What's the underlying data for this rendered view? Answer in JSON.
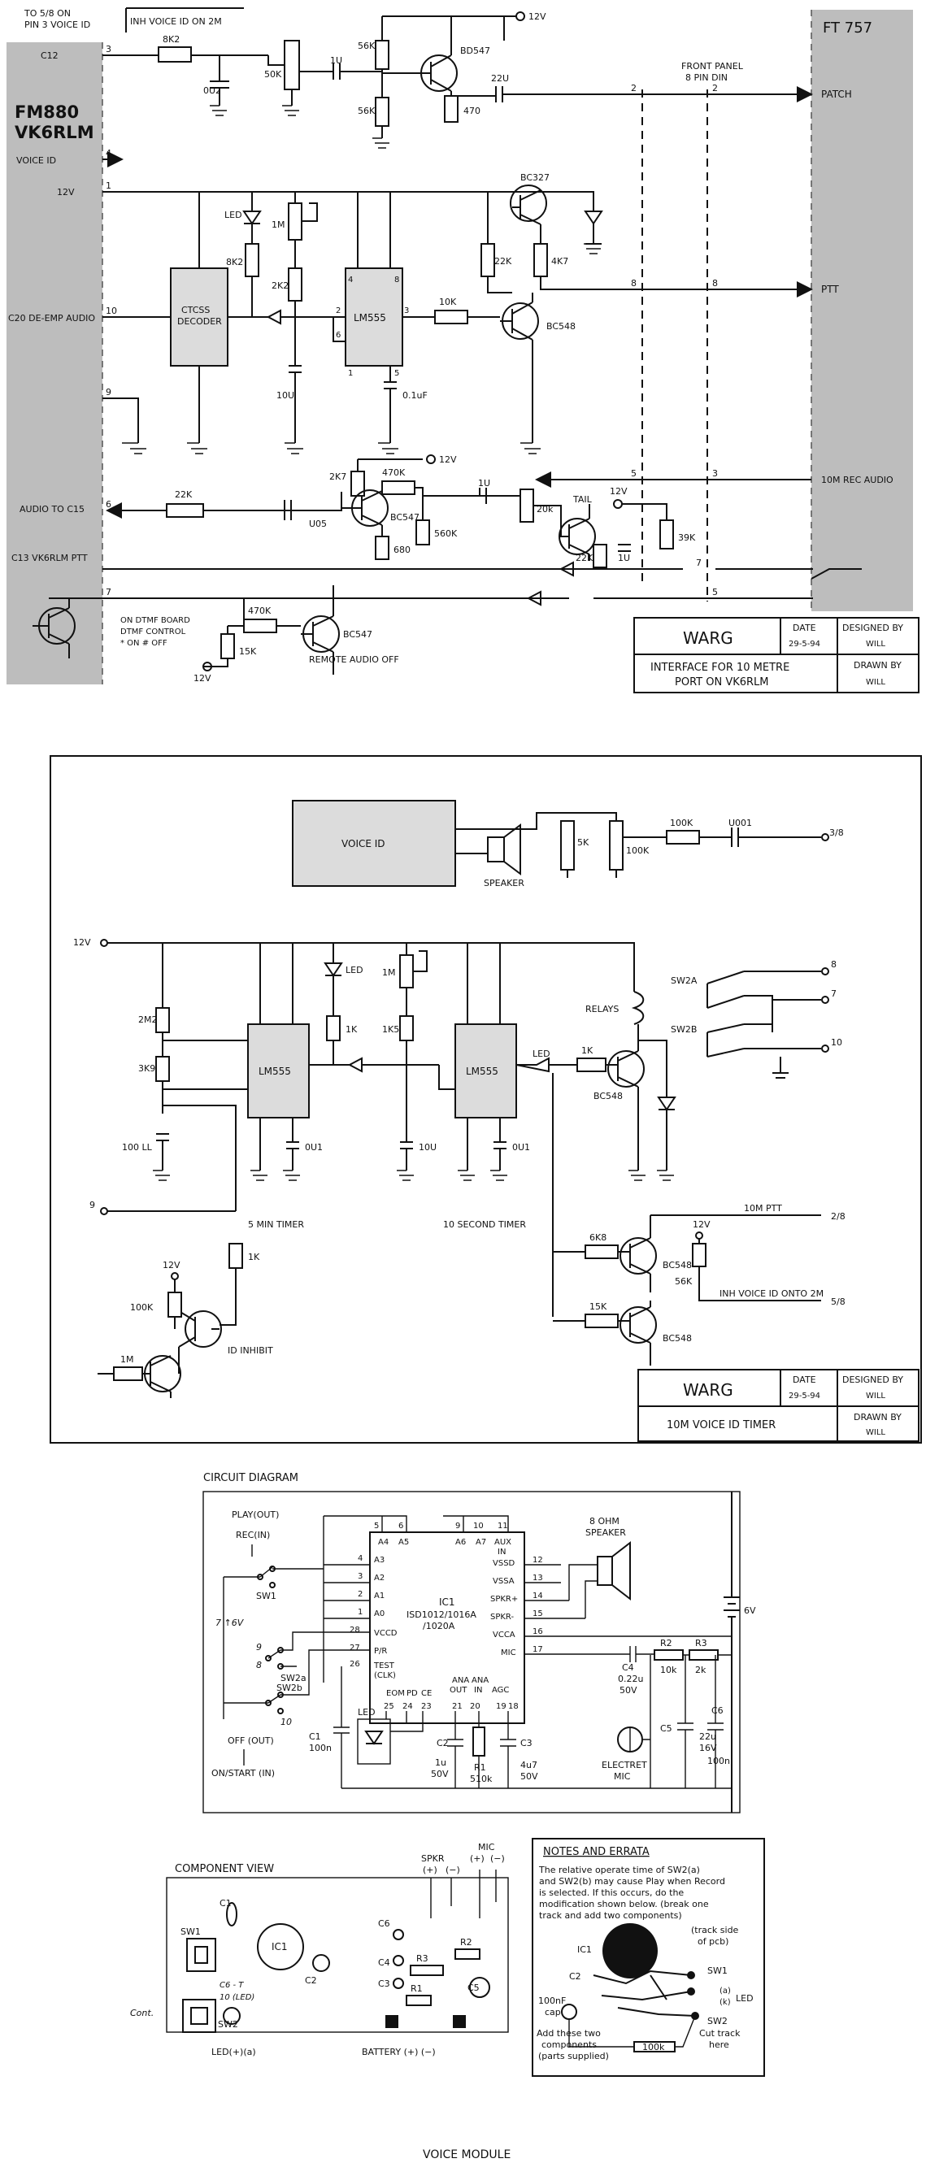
{
  "sheet1": {
    "left_panel": {
      "title_line1": "FM880",
      "title_line2": "VK6RLM"
    },
    "right_panel": {
      "title": "FT 757"
    },
    "labels": {
      "to_pin3": "TO 5/8 ON",
      "to_pin3_b": "PIN 3 VOICE ID",
      "inh": "INH VOICE ID ON 2M",
      "c12": "C12",
      "voice_id": "VOICE ID",
      "v12a": "12V",
      "c20": "C20 DE-EMP AUDIO",
      "audio_c15": "AUDIO TO C15",
      "c13": "C13 VK6RLM PTT",
      "dtmf1": "ON DTMF BOARD",
      "dtmf2": "DTMF CONTROL",
      "dtmf3": "* ON # OFF",
      "ctcss1": "CTCSS",
      "ctcss2": "DECODER",
      "lm555": "LM555",
      "bd547": "BD547",
      "bc327": "BC327",
      "bc548": "BC548",
      "bc547a": "BC547",
      "bc547b": "BC547",
      "remote": "REMOTE AUDIO OFF",
      "front1": "FRONT PANEL",
      "front2": "8 PIN DIN",
      "patch": "PATCH",
      "ptt": "PTT",
      "rec": "10M REC AUDIO",
      "tail": "TAIL",
      "led": "LED",
      "r8k2": "8K2",
      "c0u2": "0U2",
      "r50k": "50K",
      "c1u": "1U",
      "r56k1": "56K",
      "r56k2": "56K",
      "r470": "470",
      "c22u": "22U",
      "r1m": "1M",
      "r8k2b": "8K2",
      "r2k2": "2K2",
      "r22k": "22K",
      "r4k7": "4K7",
      "r10k": "10K",
      "c10u": "10U",
      "c01uf": "0.1uF",
      "r2k7": "2K7",
      "r470k": "470K",
      "r22kb": "22K",
      "c005": "U05",
      "r680": "680",
      "r560k": "560K",
      "c1ub": "1U",
      "r20k": "20k",
      "r22kc": "22K",
      "c1uc": "1U",
      "r39k": "39K",
      "r470kb": "470K",
      "r15k": "15K",
      "v12b": "12V",
      "v12c": "12V",
      "v12d": "12V",
      "v12e": "12V",
      "n3": "3",
      "n4": "4",
      "n1": "1",
      "n10": "10",
      "n9": "9",
      "n6": "6",
      "n7": "7",
      "n2": "2",
      "n8": "8",
      "n5": "5"
    },
    "title_block": {
      "org": "WARG",
      "date_label": "DATE",
      "date": "29-5-94",
      "designed_label": "DESIGNED BY",
      "designed": "WILL",
      "title1": "INTERFACE FOR 10 METRE",
      "title2": "PORT ON VK6RLM",
      "drawn_label": "DRAWN BY",
      "drawn": "WILL"
    }
  },
  "sheet2": {
    "labels": {
      "voice_id": "VOICE ID",
      "speaker": "SPEAKER",
      "r5k": "5K",
      "r100k": "100K",
      "r100kb": "100K",
      "c001": "U001",
      "out38": "3/8",
      "v12": "12V",
      "r2m2": "2M2",
      "r3k9": "3K9",
      "c100": "100 LL",
      "lm555a": "LM555",
      "lm555b": "LM555",
      "led1": "LED",
      "led2": "LED",
      "r1k": "1K",
      "r1m": "1M",
      "r1k5": "1K5",
      "c10u": "10U",
      "c0u1a": "0U1",
      "c0u1b": "0U1",
      "r1kb": "1K",
      "bc548a": "BC548",
      "relays": "RELAYS",
      "sw2a": "SW2A",
      "sw2b": "SW2B",
      "o8": "8",
      "o7": "7",
      "o10": "10",
      "timer5": "5 MIN TIMER",
      "timer10": "10 SECOND TIMER",
      "in9": "9",
      "ptt10m": "10M PTT",
      "ptt_pin": "2/8",
      "r6k8": "6K8",
      "bc548b": "BC548",
      "v12b": "12V",
      "r56k": "56K",
      "inh": "INH VOICE ID ONTO 2M",
      "inh_pin": "5/8",
      "r15k": "15K",
      "bc548c": "BC548",
      "v12c": "12V",
      "r100kc": "100K",
      "r1kc": "1K",
      "id_inhibit": "ID INHIBIT",
      "r1mb": "1M"
    },
    "title_block": {
      "org": "WARG",
      "date_label": "DATE",
      "date": "29-5-94",
      "designed_label": "DESIGNED BY",
      "designed": "WILL",
      "title1": "10M VOICE ID TIMER",
      "drawn_label": "DRAWN BY",
      "drawn": "WILL"
    }
  },
  "sheet3": {
    "heading": "CIRCUIT DIAGRAM",
    "labels": {
      "play": "PLAY(OUT)",
      "rec": "REC(IN)",
      "sw1": "SW1",
      "sw2a": "SW2a",
      "sw2b": "SW2b",
      "off": "OFF (OUT)",
      "on": "ON/START (IN)",
      "ic1a": "IC1",
      "ic1b": "ISD1012/1016A",
      "ic1c": "/1020A",
      "a4": "A4",
      "a5": "A5",
      "a6": "A6",
      "a7": "A7",
      "aux": "AUX",
      "in": "IN",
      "a3": "A3",
      "a2": "A2",
      "a1": "A1",
      "a0": "A0",
      "vccd": "VCCD",
      "pr": "P/R",
      "test": "TEST",
      "clk": "(CLK)",
      "eom": "EOM",
      "pd": "PD",
      "ce": "CE",
      "ana1": "ANA",
      "ana2": "ANA",
      "out": "OUT",
      "inb": "IN",
      "agc": "AGC",
      "vssd": "VSSD",
      "vssa": "VSSA",
      "spkp": "SPKR+",
      "spkm": "SPKR-",
      "vcca": "VCCA",
      "mic": "MIC",
      "speaker1": "8 OHM",
      "speaker2": "SPEAKER",
      "c1": "C1",
      "c1v": "100n",
      "c2": "C2",
      "c2v": "1u",
      "c2w": "50V",
      "r1": "R1",
      "r1v": "510k",
      "c3": "C3",
      "c3v": "4u7",
      "c3w": "50V",
      "c4": "C4",
      "c4v": "0.22u",
      "c4w": "50V",
      "r2": "R2",
      "r2v": "10k",
      "r3": "R3",
      "r3v": "2k",
      "c5": "C5",
      "c5v": "22u",
      "c5w": "16V",
      "c6": "C6",
      "c6v": "100n",
      "batt": "6V",
      "emic1": "ELECTRET",
      "emic2": "MIC",
      "led": "LED",
      "hand1": "7 ↑6V",
      "hand2": "9",
      "hand3": "8",
      "hand4": "10",
      "p5": "5",
      "p6": "6",
      "p9": "9",
      "p10": "10",
      "p11": "11",
      "p4": "4",
      "p3": "3",
      "p2": "2",
      "p1": "1",
      "p28": "28",
      "p27": "27",
      "p26": "26",
      "p25": "25",
      "p24": "24",
      "p23": "23",
      "p21": "21",
      "p20": "20",
      "p19": "19",
      "p12": "12",
      "p13": "13",
      "p14": "14",
      "p15": "15",
      "p16": "16",
      "p17": "17",
      "p18": "18"
    }
  },
  "component_view": {
    "heading": "COMPONENT VIEW",
    "labels": {
      "spkr": "SPKR",
      "mic": "MIC",
      "plus": "(+)",
      "minus": "(−)",
      "sw1": "SW1",
      "c1": "C1",
      "ic1": "IC1",
      "c2": "C2",
      "c6": "C6",
      "c4": "C4",
      "r3": "R3",
      "r2": "R2",
      "c3": "C3",
      "r1": "R1",
      "c5": "C5",
      "sw2": "SW2",
      "led_ab": "LED(+)(a)",
      "battery": "BATTERY (+) (−)",
      "hand_c6": "C6 - T",
      "hand_led": "10 (LED)",
      "hand_cont": "Cont."
    }
  },
  "notes": {
    "heading": "NOTES AND ERRATA",
    "lines": [
      "The relative operate time of SW2(a)",
      "and SW2(b) may cause Play when Record",
      "is selected. If this occurs, do the",
      "modification shown below. (break one",
      "track and add two components)"
    ],
    "track_side1": "(track side",
    "track_side2": "of pcb)",
    "ic1": "IC1",
    "c2": "C2",
    "sw1": "SW1",
    "led": "LED",
    "la": "(a)",
    "lk": "(k)",
    "sw2": "SW2",
    "cap1": "100nF",
    "cap2": "cap.",
    "add1": "Add these two",
    "add2": "components",
    "add3": "(parts supplied)",
    "r100k": "100k",
    "cut1": "Cut track",
    "cut2": "here"
  },
  "footer": {
    "caption": "VOICE MODULE"
  }
}
